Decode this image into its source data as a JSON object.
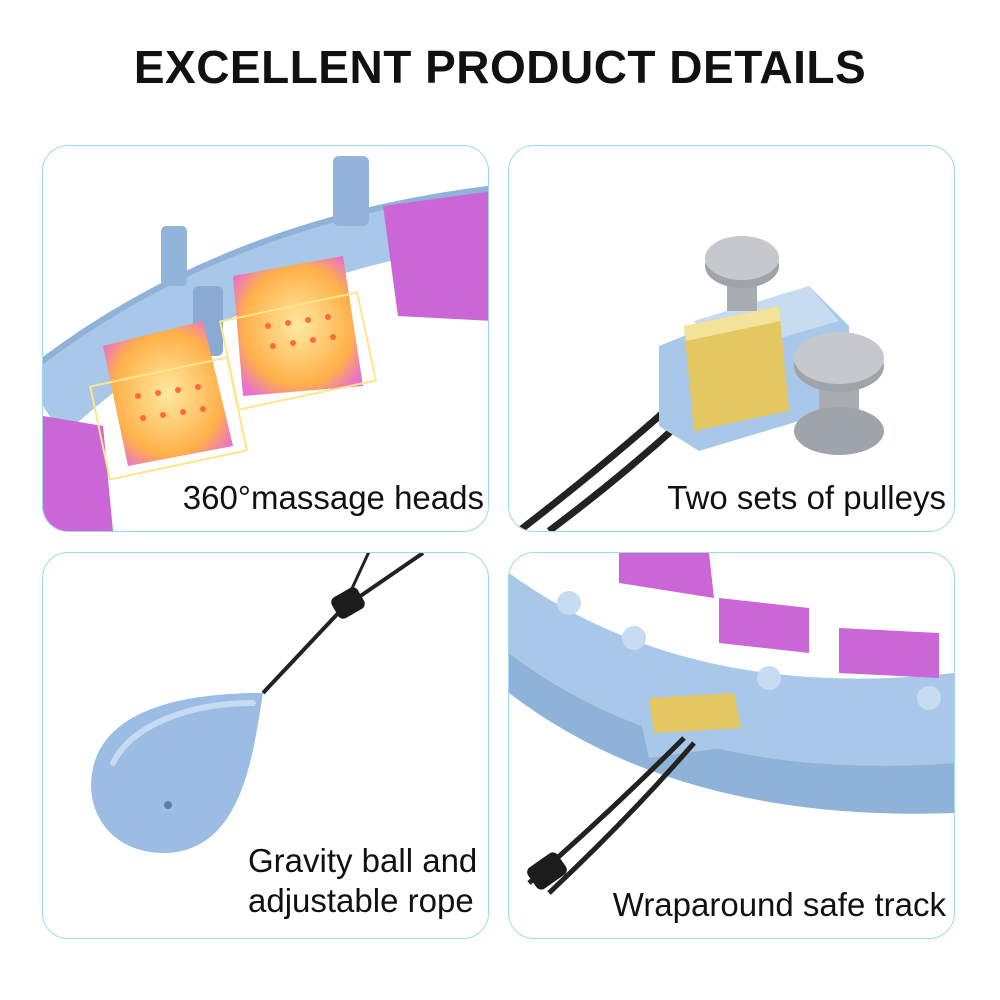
{
  "title": "EXCELLENT PRODUCT DETAILS",
  "colors": {
    "panel_border": "#9ed9ec",
    "hoop_blue": "#a8c6e6",
    "massage_pink": "#cf6fd8",
    "heat_glow": "#ffd97a",
    "brass_plate": "#e3c760",
    "pulley_grey": "#b7bcc2",
    "rope_black": "#222222"
  },
  "panels": [
    {
      "name": "massage-heads",
      "caption_lines": [
        "360°massage heads"
      ],
      "icon": "massage-heads-illustration"
    },
    {
      "name": "pulleys",
      "caption_lines": [
        "Two sets of pulleys"
      ],
      "icon": "pulley-illustration"
    },
    {
      "name": "gravity-ball",
      "caption_lines": [
        "Gravity ball and",
        "adjustable rope"
      ],
      "icon": "gravity-ball-illustration"
    },
    {
      "name": "safe-track",
      "caption_lines": [
        "Wraparound safe track"
      ],
      "icon": "track-illustration"
    }
  ]
}
